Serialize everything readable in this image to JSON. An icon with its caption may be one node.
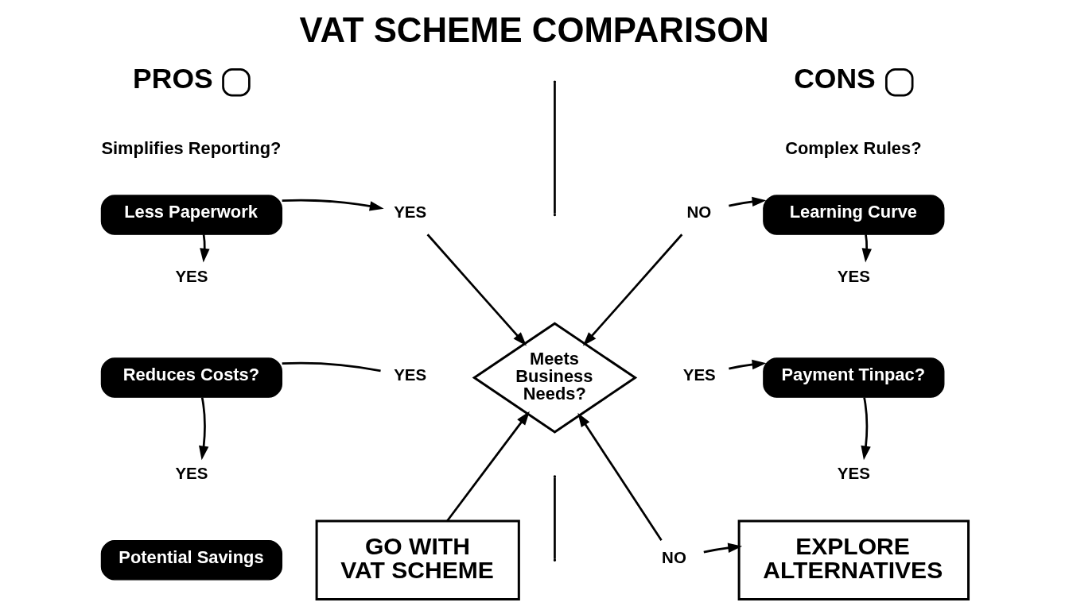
{
  "diagram": {
    "title": "VAT SCHEME COMPARISON",
    "nodes": [
      {
        "text": [
          "Less Paperwork"
        ]
      },
      {
        "text": [
          "YES"
        ]
      },
      {
        "text": [
          "NO"
        ]
      },
      {
        "text": [
          "Learning Curve"
        ]
      },
      {
        "text": [
          "YES"
        ]
      },
      {
        "text": [
          "YES"
        ]
      },
      {
        "text": [
          "Reduces Costs?"
        ]
      },
      {
        "text": [
          "YES"
        ]
      },
      {
        "text": [
          "Meets Business Needs?"
        ]
      },
      {
        "text": [
          "YES"
        ]
      },
      {
        "text": [
          "Payment Tinpac?"
        ]
      },
      {
        "text": [
          "YES"
        ]
      },
      {
        "text": [
          "YES"
        ]
      },
      {
        "text": [
          "Potential Savings"
        ]
      },
      {
        "text": [
          "GO WITH VAT SCHEME"
        ]
      },
      {
        "text": [
          "NO"
        ]
      },
      {
        "text": [
          "EXPLORE ALTERNATIVES"
        ]
      }
    ],
    "edges": [
      {
        "from": 0,
        "to": 1,
        "arrow": "to"
      },
      {
        "from": 1,
        "to": 8,
        "arrow": "to"
      },
      {
        "from": 2,
        "to": 8,
        "arrow": "to"
      },
      {
        "from": 2,
        "to": 3,
        "arrow": "to"
      },
      {
        "from": 0,
        "to": 4,
        "arrow": "to"
      },
      {
        "from": 3,
        "to": 5,
        "arrow": "to"
      },
      {
        "from": 6,
        "to": 7,
        "arrow": "none"
      },
      {
        "from": 9,
        "to": 10,
        "arrow": "to"
      },
      {
        "from": 6,
        "to": 11,
        "arrow": "to"
      },
      {
        "from": 10,
        "to": 12,
        "arrow": "to"
      },
      {
        "from": 14,
        "to": 8,
        "arrow": "to"
      },
      {
        "from": 15,
        "to": 8,
        "arrow": "to"
      },
      {
        "from": 15,
        "to": 16,
        "arrow": "to"
      }
    ],
    "labels": [
      "PROS",
      "CONS",
      "Simplifies Reporting?",
      "Complex Rules?"
    ]
  }
}
